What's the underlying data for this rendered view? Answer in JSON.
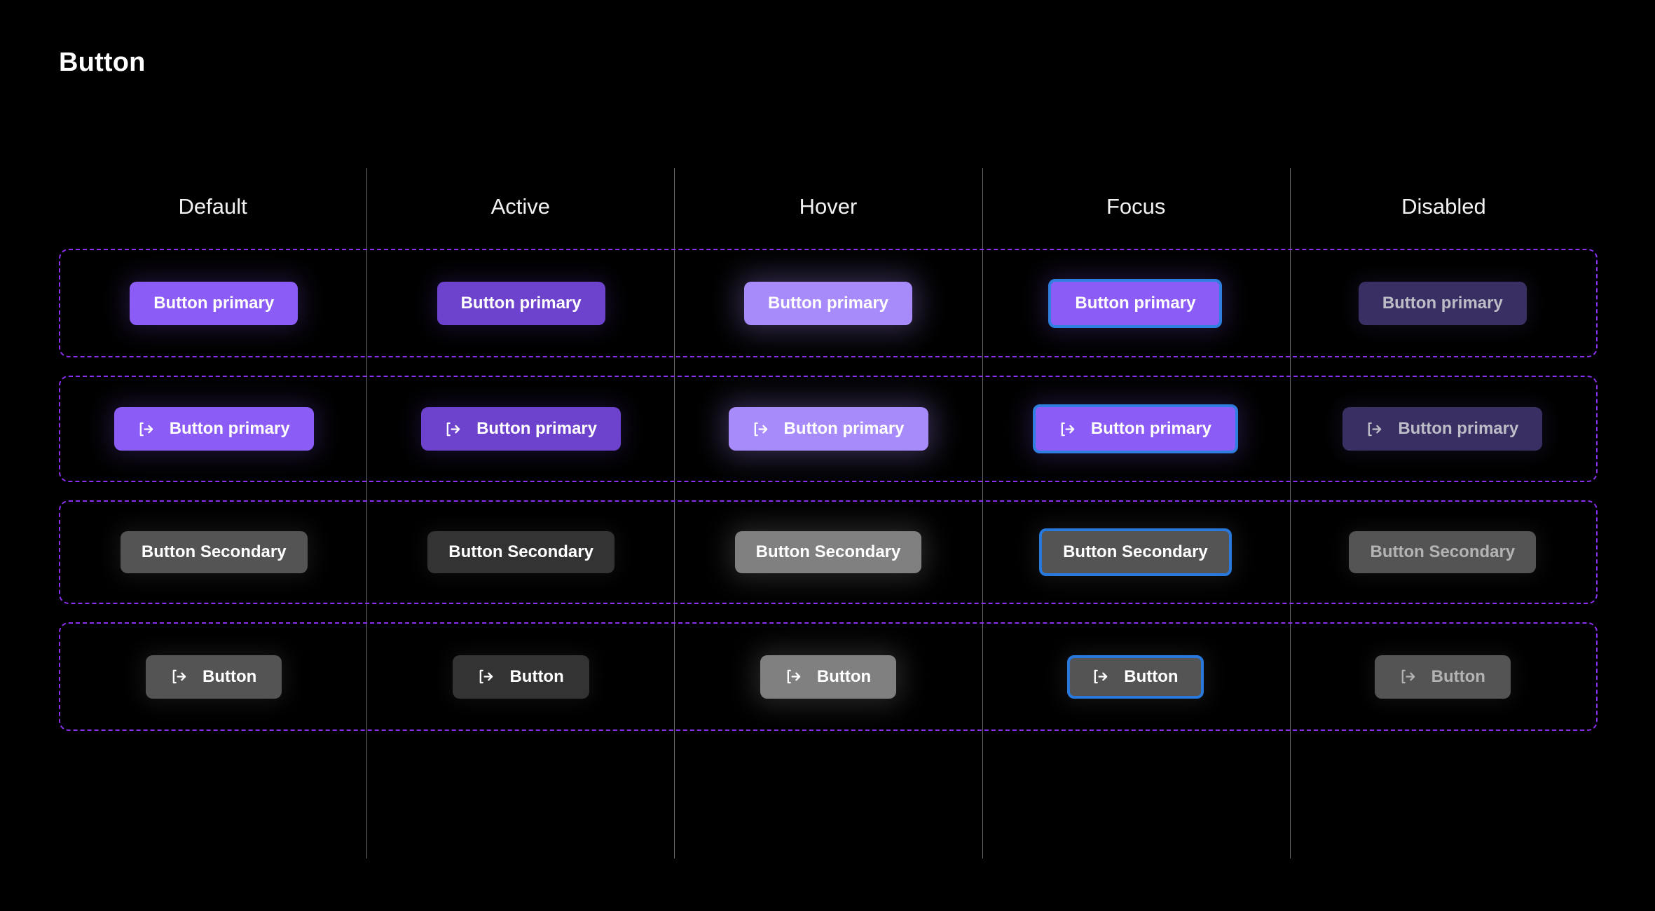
{
  "page": {
    "title": "Button",
    "background": "#000000"
  },
  "colors": {
    "primary_default": "#8b5cf6",
    "primary_active": "#6d43ce",
    "primary_hover": "#a78bfa",
    "primary_disabled": "#3a2f63",
    "secondary_default": "#545454",
    "secondary_active": "#333333",
    "secondary_hover": "#808080",
    "focus_ring": "#2979dd",
    "spec_outline": "#8b2ff0",
    "column_divider": "#6b6b6b",
    "label_text": "#ffffff",
    "disabled_text": "#bdbdc7"
  },
  "columns": [
    {
      "label": "Default"
    },
    {
      "label": "Active"
    },
    {
      "label": "Hover"
    },
    {
      "label": "Focus"
    },
    {
      "label": "Disabled"
    }
  ],
  "rows": [
    {
      "name": "primary-label-only",
      "icon": null,
      "cells": [
        {
          "state": "default",
          "label": "Button primary"
        },
        {
          "state": "active",
          "label": "Button primary"
        },
        {
          "state": "hover",
          "label": "Button primary"
        },
        {
          "state": "focus",
          "label": "Button primary"
        },
        {
          "state": "disabled",
          "label": "Button primary"
        }
      ]
    },
    {
      "name": "primary-with-icon",
      "icon": "log-in-icon",
      "cells": [
        {
          "state": "default",
          "label": "Button primary"
        },
        {
          "state": "active",
          "label": "Button primary"
        },
        {
          "state": "hover",
          "label": "Button primary"
        },
        {
          "state": "focus",
          "label": "Button primary"
        },
        {
          "state": "disabled",
          "label": "Button primary"
        }
      ]
    },
    {
      "name": "secondary-label-only",
      "icon": null,
      "cells": [
        {
          "state": "default",
          "label": "Button Secondary"
        },
        {
          "state": "active",
          "label": "Button Secondary"
        },
        {
          "state": "hover",
          "label": "Button Secondary"
        },
        {
          "state": "focus",
          "label": "Button Secondary"
        },
        {
          "state": "disabled",
          "label": "Button Secondary"
        }
      ]
    },
    {
      "name": "secondary-with-icon",
      "icon": "log-in-icon",
      "cells": [
        {
          "state": "default",
          "label": "Button"
        },
        {
          "state": "active",
          "label": "Button"
        },
        {
          "state": "hover",
          "label": "Button"
        },
        {
          "state": "focus",
          "label": "Button"
        },
        {
          "state": "disabled",
          "label": "Button"
        }
      ]
    }
  ]
}
